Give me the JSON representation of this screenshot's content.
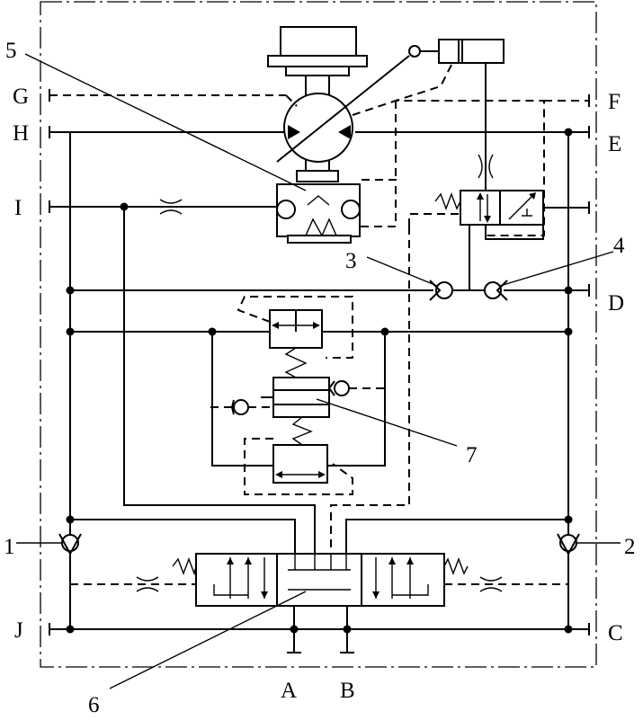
{
  "ports": {
    "G": "G",
    "H": "H",
    "I": "I",
    "J": "J",
    "F": "F",
    "E": "E",
    "D": "D",
    "C": "C",
    "A": "A",
    "B": "B"
  },
  "callouts": {
    "c1": "1",
    "c2": "2",
    "c3": "3",
    "c4": "4",
    "c5": "5",
    "c6": "6",
    "c7": "7"
  }
}
